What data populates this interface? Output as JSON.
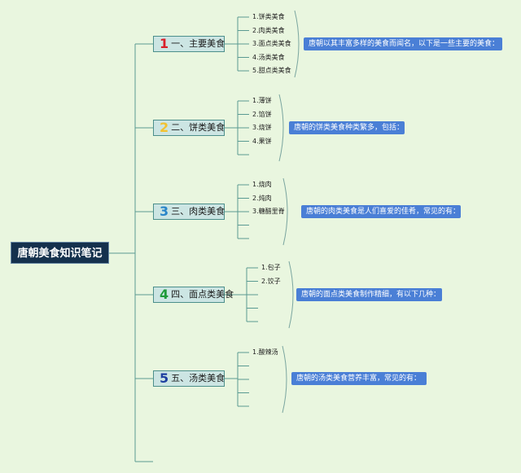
{
  "root": {
    "label": "唐朝美食知识笔记"
  },
  "branches": [
    {
      "num": "1",
      "num_color": "#d9202a",
      "label": "一、主要美食",
      "leaves": [
        "1.饼类美食",
        "2.肉类美食",
        "3.面点类美食",
        "4.汤类美食",
        "5.甜点类美食"
      ],
      "note": "唐朝以其丰富多样的美食而闻名，以下是一些主要的美食："
    },
    {
      "num": "2",
      "num_color": "#f2c230",
      "label": "二、饼类美食",
      "leaves": [
        "1.薄饼",
        "2.馅饼",
        "3.烧饼",
        "4.果饼",
        ""
      ],
      "note": "唐朝的饼类美食种类繁多，包括："
    },
    {
      "num": "3",
      "num_color": "#2a86c9",
      "label": "三、肉类美食",
      "leaves": [
        "1.烧肉",
        "2.炖肉",
        "3.糖醋里脊",
        "",
        ""
      ],
      "note": "唐朝的肉类美食是人们喜爱的佳肴，常见的有："
    },
    {
      "num": "4",
      "num_color": "#1f9a3a",
      "label": "四、面点类美食",
      "leaves": [
        "1.包子",
        "2.饺子",
        "",
        "",
        ""
      ],
      "note": "唐朝的面点类美食制作精细，有以下几种："
    },
    {
      "num": "5",
      "num_color": "#1e3fa0",
      "label": "五、汤类美食",
      "leaves": [
        "1.酸辣汤",
        "",
        "",
        "",
        ""
      ],
      "note": "唐朝的汤类美食营养丰富，常见的有："
    }
  ]
}
